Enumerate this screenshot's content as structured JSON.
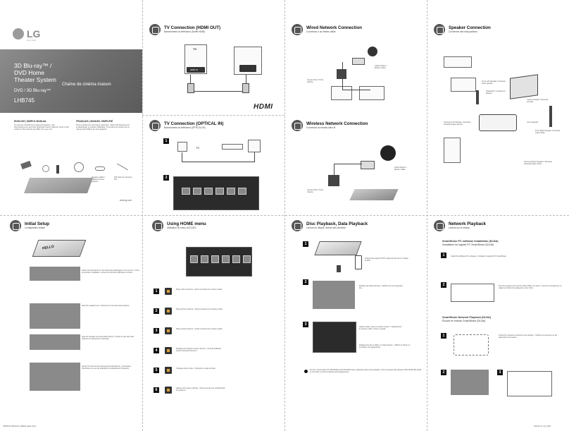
{
  "cover": {
    "brand": "LG",
    "tagline": "Life's Good",
    "product_line1": "3D Blu-ray™ /",
    "product_line2": "DVD Home",
    "product_line3": "Theater System",
    "product_fr1": "Chaîne de cinéma maison",
    "product_fr2": "DVD / 3D Blu-ray™",
    "model": "LHB745",
    "en_heading": "ENGLISH | SIMPLE MANUAL",
    "en_text": "To view the instructions of advanced features, visit http://www.lg.com and then download Owner's Manual. Some of the content in this manual may differ from your unit.",
    "fr_heading": "FRANÇAIS | MANUEL SIMPLIFIÉ",
    "fr_text": "Pour consulter les instructions avancées, visitez http://www.lg.com et téléchargez le manuel d'utilisation. Une partie du contenu de ce manuel peut différer de votre appareil.",
    "speaker_label": "Speaker cables / Câbles de haut-parleurs",
    "fm_label": "FM antenna / Antenne FM",
    "website": "www.lg.com"
  },
  "sections": {
    "hdmi_title": "TV Connection (HDMI OUT)",
    "hdmi_sub": "Branchement au téléviseur (Sortie HDMI)",
    "hdmi_tv_label": "TV",
    "hdmi_in_label": "HDMI IN",
    "hdmi_logo": "HDMI",
    "wired_title": "Wired Network Connection",
    "wired_sub": "Connexion à un réseau câblé",
    "wired_cable_modem": "Cable Modem / Modem câble",
    "wired_access_point": "Access Point / Point d'accès",
    "speaker_title": "Speaker Connection",
    "speaker_sub": "Connexion des haut-parleurs",
    "front_left": "Front Left Speaker / Enceinte avant gauche",
    "subwoofer": "Subwoofer / Caisson de basses",
    "center": "Center Speaker / Enceinte centrale",
    "surround_left": "Surround Left Speaker / Enceinte ambiophonique gauche",
    "unit": "Unit / Appareil",
    "front_right": "Front Right Speaker / Enceinte avant droite",
    "surround_right": "Surround Right Speaker / Enceinte ambiophonique droite",
    "optical_title": "TV Connection (OPTICAL IN)",
    "optical_sub": "Branchement au téléviseur (OPTICAL IN)",
    "optical_tv_label": "TV",
    "wireless_title": "Wireless Network Connection",
    "wireless_sub": "Connexion au réseau sans fil",
    "wireless_cable_modem": "Cable Modem / Modem câble",
    "wireless_access_point": "Access Point / Point d'accès",
    "setup_title": "Initial Setup",
    "setup_sub": "Configuration initiale",
    "setup_hello": "HELLO",
    "setup_step1": "Follow the directions for the initial setup displayed on the screen. / Pour la première installation, suivez les directives affichées à l'écran.",
    "setup_step2": "Start the speaker test. / Démarrez le test des haut-parleurs.",
    "setup_step3": "Stop the speaker test and select [Next]. / Arrêtez le test des haut-parleurs et sélectionnez [Suivant].",
    "setup_step4": "Setup [TV Sound Connecting] and select [Next]. / Choisissez [Connexion au son du téléviseur] et sélectionnez [Suivant].",
    "home_title": "Using HOME menu",
    "home_sub": "Utilisation du menu ACCUEIL",
    "home_items": [
      {
        "num": "1",
        "text": "Plays video contents. / Active la lecture de contenu vidéo."
      },
      {
        "num": "2",
        "text": "Plays photo contents. / Active la lecture de contenu photo."
      },
      {
        "num": "3",
        "text": "Plays audio contents. / Active la lecture de contenu audio."
      },
      {
        "num": "4",
        "text": "Displays the Premium Home Screen. / Permet d'afficher l'écran d'accueil Premium."
      },
      {
        "num": "5",
        "text": "Changes input mode. / Change le mode d'entrée."
      },
      {
        "num": "6",
        "text": "Adjusts the system settings. / Donne accès à la configuration du système."
      }
    ],
    "disc_title": "Disc Playback, Data Playback",
    "disc_sub": "Lecture du disque, lecture des données",
    "disc_mtp": "Device that support MTP / Appareil prenant en charge le MTP",
    "disc_step2": "Displays all linked devices. / Affiche tous les appareils liés.",
    "disc_step3a": "Selects video, photo or audio content. / Sélectionnez le contenu vidéo, photo ou audio.",
    "disc_step3b": "Displays the file or folder on linked device. / Affiche le fichier ou le dossier sur l'appareil lié.",
    "disc_note": "For the movie Audio CD, BD-ROM and DVD-ROM discs, playback starts automatically. / Pour la plupart des disques DVD-ROM, BD-ROM et CD audio, la lecture débute automatiquement.",
    "network_title": "Network Playback",
    "network_sub": "Lecture sur le réseau",
    "dlna_install_title": "SmartShare PC software Installation (DLNA)",
    "dlna_install_sub": "Installation du logiciel PC SmartShare (DLNA)",
    "dlna_install_text": "Install SmartShare PC software. / Installez le logiciel PC SmartShare.",
    "dlna_run_text": "Run the program and set the share folder you want. / Lancez le programme et réglez le dossier de partage de votre choix.",
    "dlna_play_title": "SmartShare Network Playback (DLNA)",
    "dlna_play_sub": "Écoute en réseau SmartShare (DLNA)",
    "dlna_check_text": "Check the network connection and settings. / Vérifiez la connexion et les paramètres du réseau.",
    "footer_left": "LHB745-FT.BCANLLK_SIMPLE_ENG.indd 1",
    "footer_right": "2015-04-17 오전 10:50"
  }
}
